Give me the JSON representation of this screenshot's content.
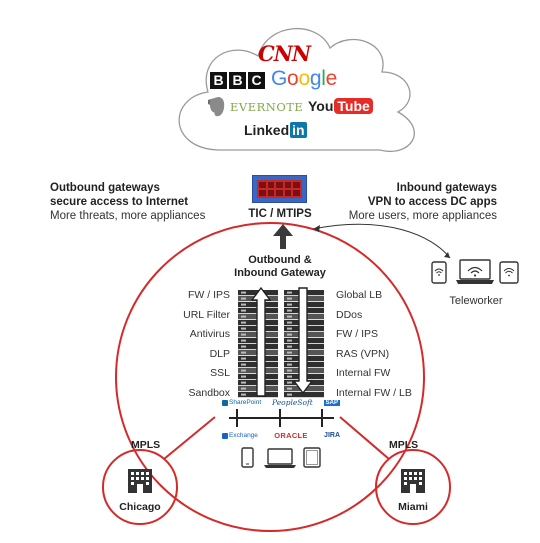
{
  "cloud": {
    "brands": {
      "cnn": "CNN",
      "bbc": [
        "B",
        "B",
        "C"
      ],
      "google": [
        "G",
        "o",
        "o",
        "g",
        "l",
        "e"
      ],
      "evernote": "EVERNOTE",
      "youtube_you": "You",
      "youtube_tube": "Tube",
      "linkedin_text": "Linked",
      "linkedin_in": "in"
    }
  },
  "outbound_note": {
    "title_line1": "Outbound gateways",
    "title_line2": "secure access to Internet",
    "subtitle": "More threats, more appliances"
  },
  "inbound_note": {
    "title_line1": "Inbound gateways",
    "title_line2": "VPN to access DC apps",
    "subtitle": "More users, more appliances"
  },
  "tic_label": "TIC / MTIPS",
  "gateway_title_line1": "Outbound &",
  "gateway_title_line2": "Inbound Gateway",
  "left_appliances": [
    "FW / IPS",
    "URL Filter",
    "Antivirus",
    "DLP",
    "SSL",
    "Sandbox"
  ],
  "right_appliances": [
    "Global LB",
    "DDos",
    "FW / IPS",
    "RAS (VPN)",
    "Internal FW",
    "Internal FW / LB"
  ],
  "dc_apps_top": [
    "SharePoint",
    "PeopleSoft",
    "SAP"
  ],
  "dc_apps_bottom": [
    "Exchange",
    "ORACLE",
    "JIRA"
  ],
  "teleworker_label": "Teleworker",
  "mpls_left": "MPLS",
  "mpls_right": "MPLS",
  "branch_left": "Chicago",
  "branch_right": "Miami",
  "colors": {
    "ring_red": "#d42a2a",
    "tic_blue": "#3b66c4",
    "tic_red": "#c62828",
    "dark": "#333333"
  }
}
